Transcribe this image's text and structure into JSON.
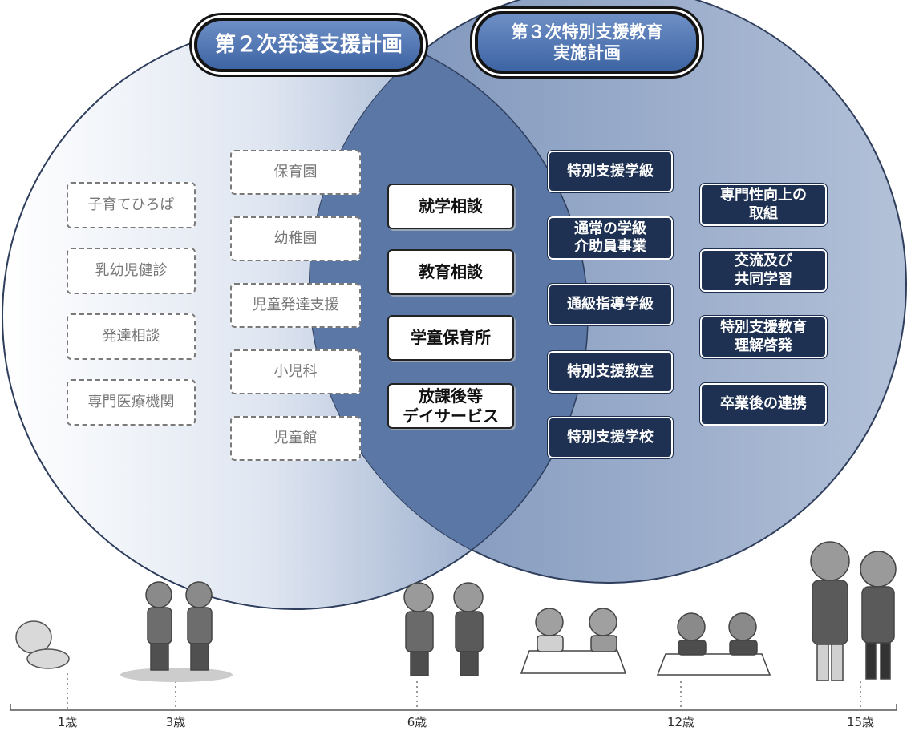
{
  "titles": {
    "left": "第２次発達支援計画",
    "right": "第３次特別支援教育\n実施計画"
  },
  "outer_left_items": [
    "子育てひろば",
    "乳幼児健診",
    "発達相談",
    "専門医療機関"
  ],
  "inner_left_items": [
    "保育園",
    "幼稚園",
    "児童発達支援",
    "小児科",
    "児童館"
  ],
  "overlap_items": [
    "就学相談",
    "教育相談",
    "学童保育所",
    "放課後等\nデイサービス"
  ],
  "right_inner_items": [
    "特別支援学級",
    "通常の学級\n介助員事業",
    "通級指導学級",
    "特別支援教室",
    "特別支援学校"
  ],
  "right_outer_items": [
    "専門性向上の\n取組",
    "交流及び\n共同学習",
    "特別支援教育\n理解啓発",
    "卒業後の連携"
  ],
  "timeline": {
    "ages": [
      "1歳",
      "3歳",
      "6歳",
      "12歳",
      "15歳"
    ]
  },
  "colors": {
    "left_circle": "#c9d4e8",
    "right_circle": "#8ea2c2",
    "overlap": "#5a77a5",
    "dark_box": "#1e3152"
  }
}
